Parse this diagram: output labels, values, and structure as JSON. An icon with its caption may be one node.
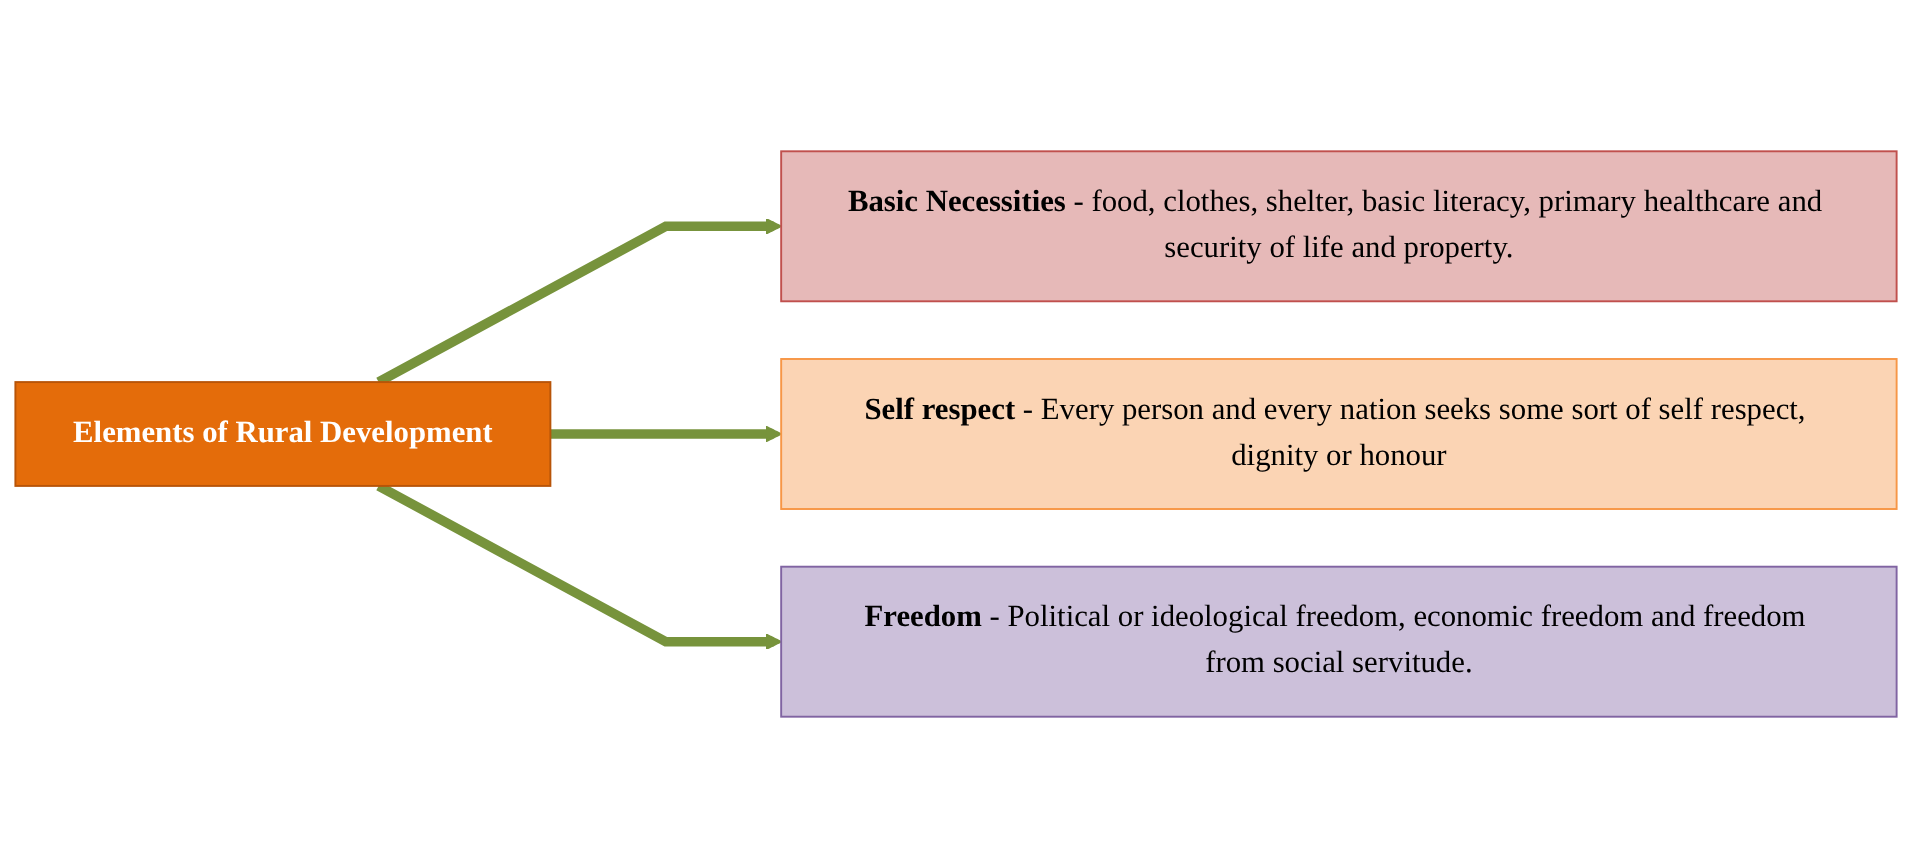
{
  "diagram": {
    "nodes": [
      {
        "text": [
          "Elements of Rural Development"
        ]
      },
      {
        "text": [
          "**Basic Necessities** - food, clothes, shelter, basic literacy, primary healthcare and security of life and property."
        ]
      },
      {
        "text": [
          "**Self respect** - Every person and every nation seeks some sort of self respect, dignity or honour"
        ]
      },
      {
        "text": [
          "**Freedom** - Political or ideological freedom, economic freedom and freedom from social servitude."
        ]
      }
    ],
    "edges": [
      {
        "from": 0,
        "to": 1,
        "arrow": "to"
      },
      {
        "from": 0,
        "to": 2,
        "arrow": "to"
      },
      {
        "from": 0,
        "to": 3,
        "arrow": "to"
      }
    ]
  }
}
